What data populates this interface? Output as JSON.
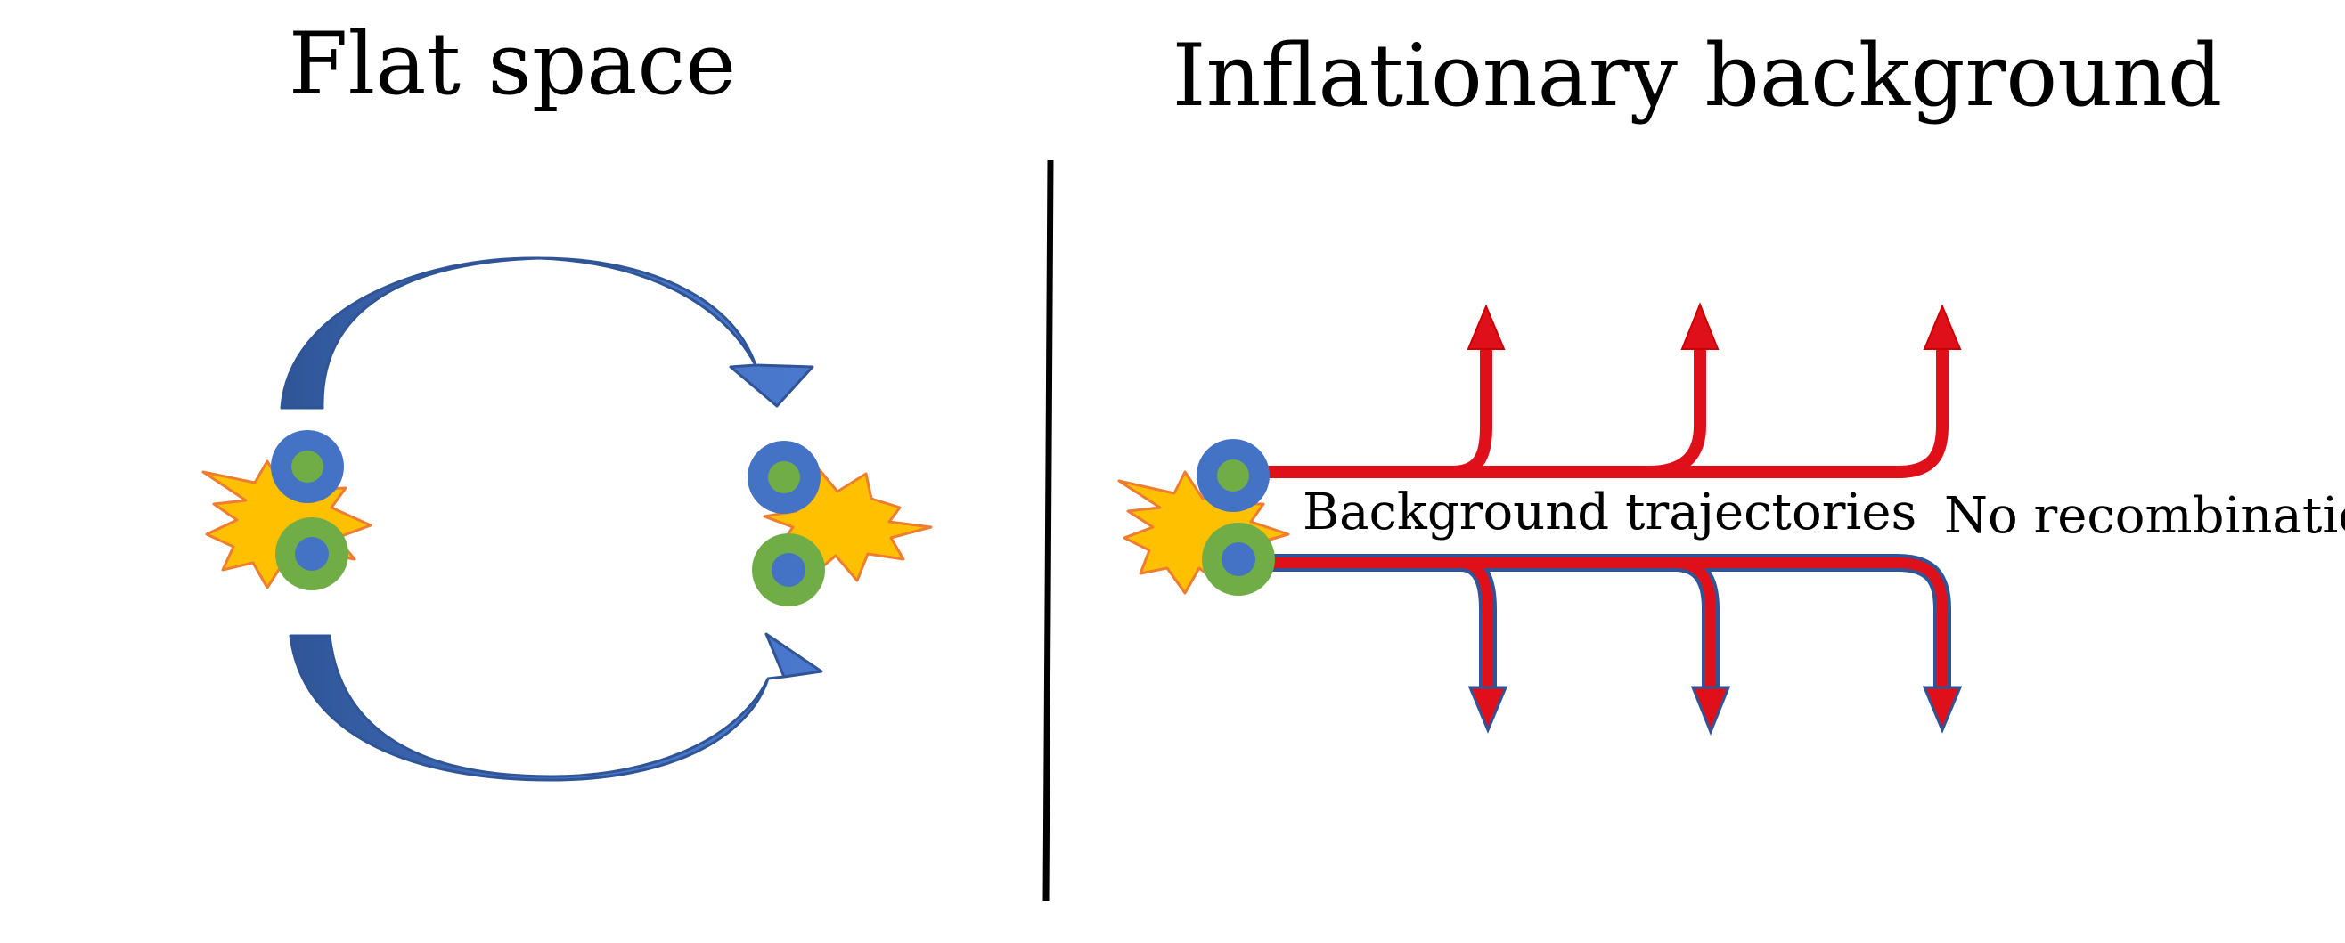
{
  "left_panel": {
    "title": "Flat space"
  },
  "right_panel": {
    "title": "Inflationary background",
    "trajectory_label": "Background trajectories",
    "outcome_label": "No recombination"
  },
  "colors": {
    "arrow_blue_fill": "#4472C4",
    "arrow_blue_edge": "#2F5597",
    "particle_outer": "#4472C4",
    "particle_inner": "#70AD47",
    "burst_fill": "#FFC000",
    "burst_edge": "#ED7D31",
    "trajectory_red": "#E0101B",
    "divider": "#000000"
  }
}
